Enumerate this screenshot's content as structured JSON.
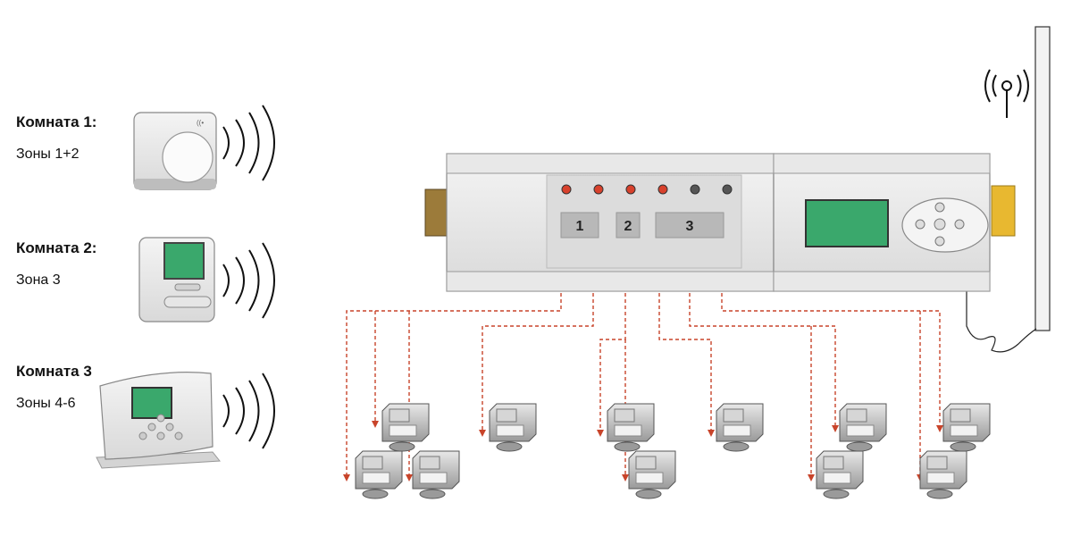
{
  "rooms": [
    {
      "title": "Комната 1:",
      "zones": "Зоны 1+2",
      "device": "dial-thermostat"
    },
    {
      "title": "Комната 2:",
      "zones": "Зона 3",
      "device": "lcd-thermostat"
    },
    {
      "title": "Комната 3",
      "zones": "Зоны 4-6",
      "device": "tabletop-thermostat"
    }
  ],
  "controller": {
    "zone_labels": [
      "1",
      "2",
      "3"
    ],
    "led_states": [
      "on",
      "on",
      "on",
      "on",
      "off",
      "off"
    ],
    "display": "lcd-screen",
    "keypad": [
      "up",
      "down",
      "left",
      "right",
      "ok"
    ]
  },
  "colors": {
    "arrow": "#c8442a",
    "led_on": "#d8412c",
    "lcd": "#3aa86c",
    "din_rail": "#9c7b3a",
    "connector": "#e8b830"
  }
}
